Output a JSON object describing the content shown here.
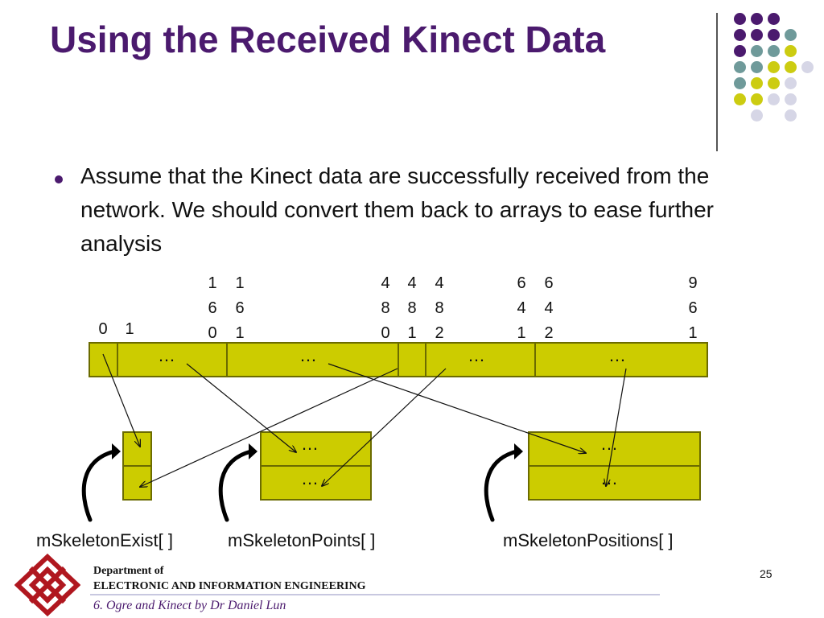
{
  "slide": {
    "title": "Using the Received Kinect Data",
    "bullet": "Assume that the Kinect data are successfully received from the network. We should convert them back to arrays to ease further analysis",
    "page_number": "25"
  },
  "theme": {
    "title_color": "#4b1a6e",
    "cell_fill": "#cccc00",
    "cell_border": "#6b6b00",
    "dot_colors": {
      "purple": "#4b1a6e",
      "teal": "#6f9a9a",
      "yellow": "#cccc11",
      "lavender": "#d6d6e6"
    }
  },
  "diagram": {
    "byte_indices": {
      "i0": "0",
      "i1": "1",
      "i160": "160",
      "i161": "161",
      "i480": "480",
      "i481": "481",
      "i482": "482",
      "i641": "641",
      "i642": "642",
      "i961": "961"
    },
    "ellipsis": "…",
    "arrays": {
      "exist": "mSkeletonExist[ ]",
      "points": "mSkeletonPoints[ ]",
      "positions": "mSkeletonPositions[ ]"
    }
  },
  "footer": {
    "dept_line1": "Department of",
    "dept_line2": "ELECTRONIC AND INFORMATION ENGINEERING",
    "course": "6. Ogre and Kinect by Dr Daniel Lun"
  }
}
